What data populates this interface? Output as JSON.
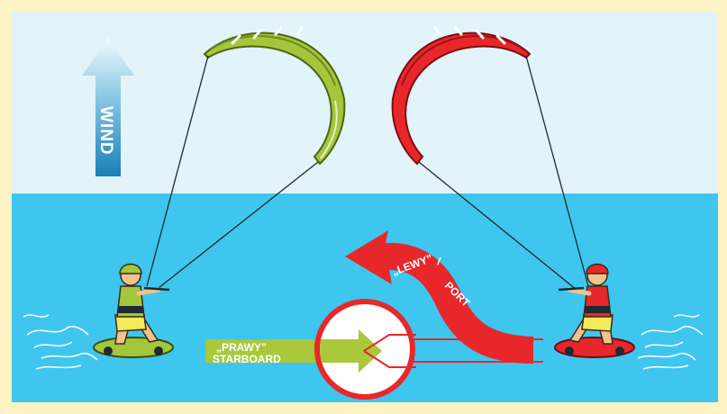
{
  "wind_label": "WIND",
  "starboard": {
    "line1": "„PRAWY”",
    "line2": "STARBOARD"
  },
  "port": {
    "text_lewy": "„LEWY”",
    "text_sep": "/",
    "text_port": "PORT"
  },
  "colors": {
    "frame": "#fdf3c4",
    "sky": "#e2f3fa",
    "water": "#3ec6ef",
    "kite_green": "#a4c63a",
    "kite_red": "#e8272a",
    "arrow_green": "#a9c83a",
    "arrow_red": "#e8272a",
    "wind_arrow": "#3aa0cf"
  }
}
